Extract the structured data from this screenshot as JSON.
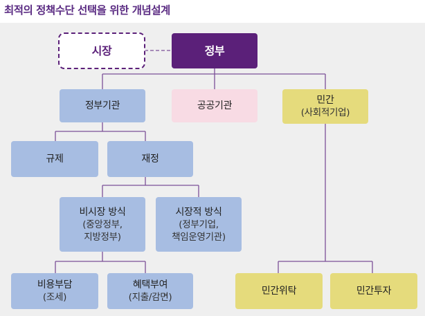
{
  "title": "최적의 정책수단 선택을 위한 개념설계",
  "nodes": {
    "market": "시장",
    "government": "정부",
    "gov_agency": "정부기관",
    "public_agency": "공공기관",
    "private": {
      "label": "민간",
      "sub": "(사회적기업)"
    },
    "regulation": "규제",
    "finance": "재정",
    "non_market": {
      "label": "비시장 방식",
      "sub1": "(중앙정부,",
      "sub2": "지방정부)"
    },
    "market_based": {
      "label": "시장적 방식",
      "sub1": "(정부기업,",
      "sub2": "책임운영기관)"
    },
    "cost_burden": {
      "label": "비용부담",
      "sub": "(조세)"
    },
    "benefit_grant": {
      "label": "혜택부여",
      "sub": "(지출/감면)"
    },
    "private_consign": "민간위탁",
    "private_invest": "민간투자"
  },
  "colors": {
    "purple": "#5b2079",
    "blue": "#a7bde2",
    "pink": "#f8dbe4",
    "yellow": "#e5db7c",
    "line": "#7b4f97"
  }
}
